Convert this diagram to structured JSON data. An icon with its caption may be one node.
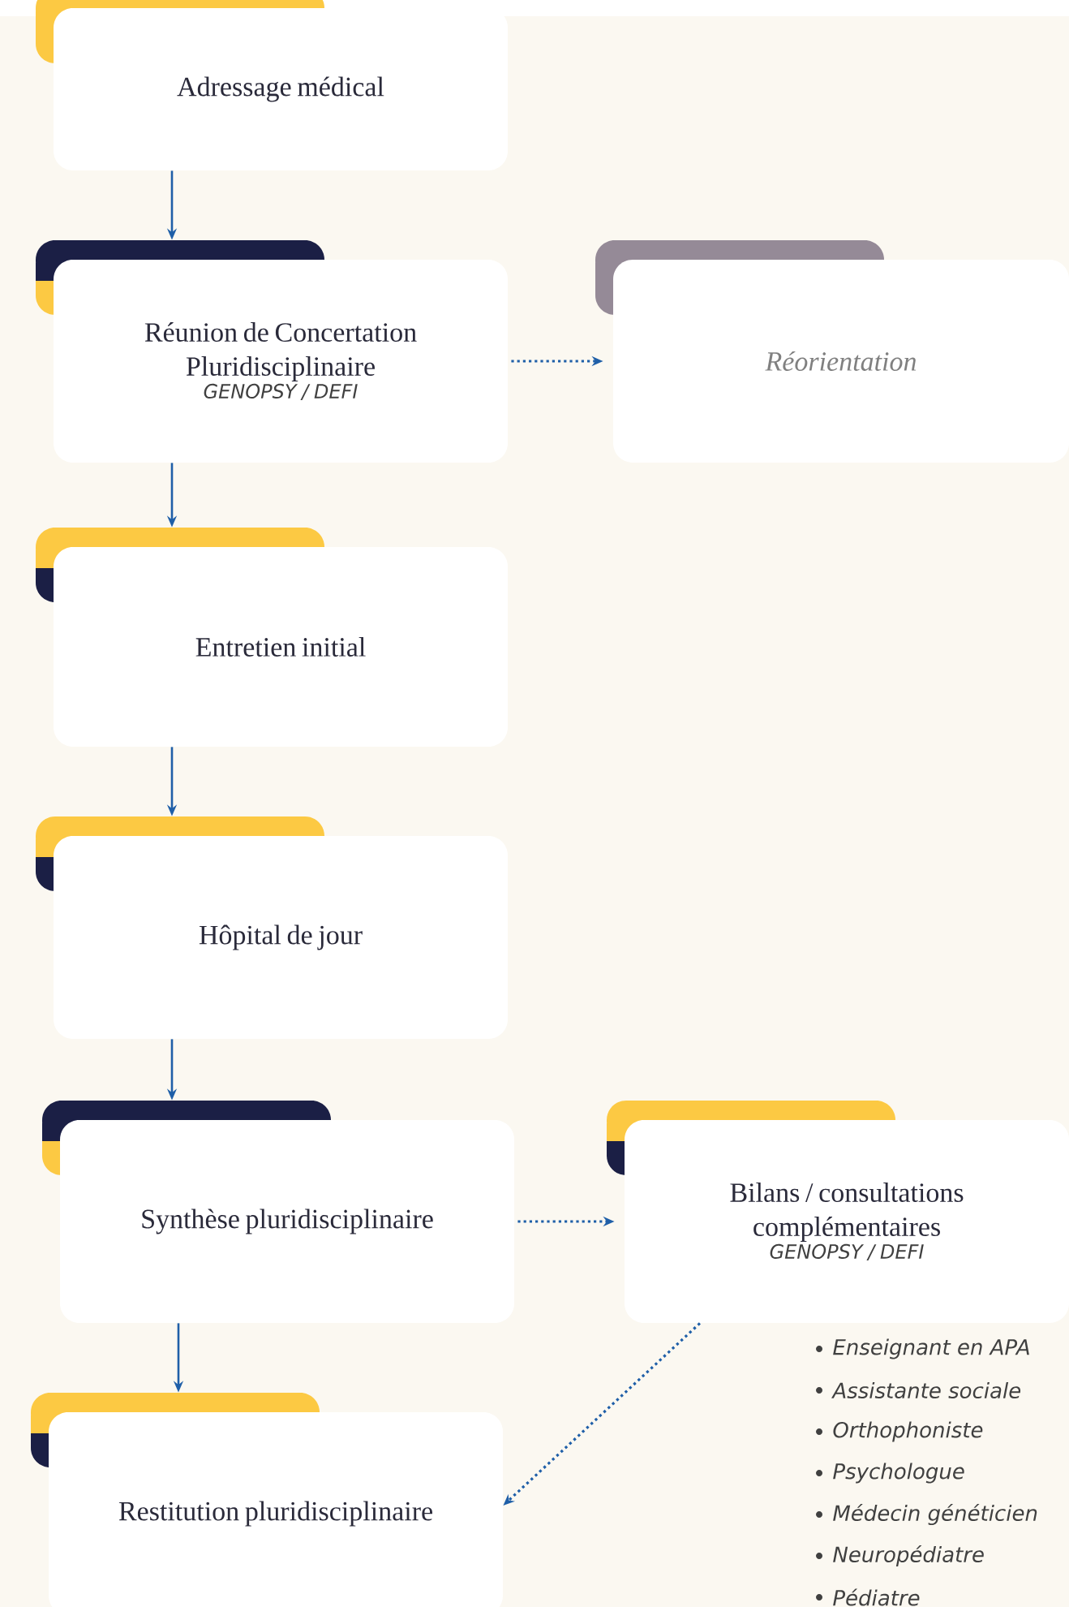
{
  "diagram": {
    "nodes": [
      {
        "text": [
          "Adressage médical"
        ]
      },
      {
        "text": [
          "Réunion de Concertation Pluridisciplinaire",
          "GENOPSY / DEFI"
        ]
      },
      {
        "text": [
          "Réorientation"
        ]
      },
      {
        "text": [
          "Entretien initial"
        ]
      },
      {
        "text": [
          "Hôpital de jour"
        ]
      },
      {
        "text": [
          "Synthèse pluridisciplinaire"
        ]
      },
      {
        "text": [
          "Bilans / consultations complémentaires",
          "GENOPSY / DEFI"
        ]
      },
      {
        "text": [
          "Restitution pluridisciplinaire"
        ]
      }
    ],
    "edges": [
      {
        "from": 0,
        "to": 1,
        "arrow": "to"
      },
      {
        "from": 1,
        "to": 2,
        "arrow": "to",
        "style": "dashed"
      },
      {
        "from": 1,
        "to": 3,
        "arrow": "to"
      },
      {
        "from": 3,
        "to": 4,
        "arrow": "to"
      },
      {
        "from": 4,
        "to": 5,
        "arrow": "to"
      },
      {
        "from": 5,
        "to": 6,
        "arrow": "to",
        "style": "dashed"
      },
      {
        "from": 5,
        "to": 7,
        "arrow": "to"
      },
      {
        "from": 6,
        "to": 7,
        "arrow": "to",
        "style": "dashed"
      }
    ],
    "labels": [
      "Enseignant en APA",
      "Assistante sociale",
      "Orthophoniste",
      "Psychologue",
      "Médecin généticien",
      "Neuropédiatre",
      "Pédiatre"
    ]
  }
}
